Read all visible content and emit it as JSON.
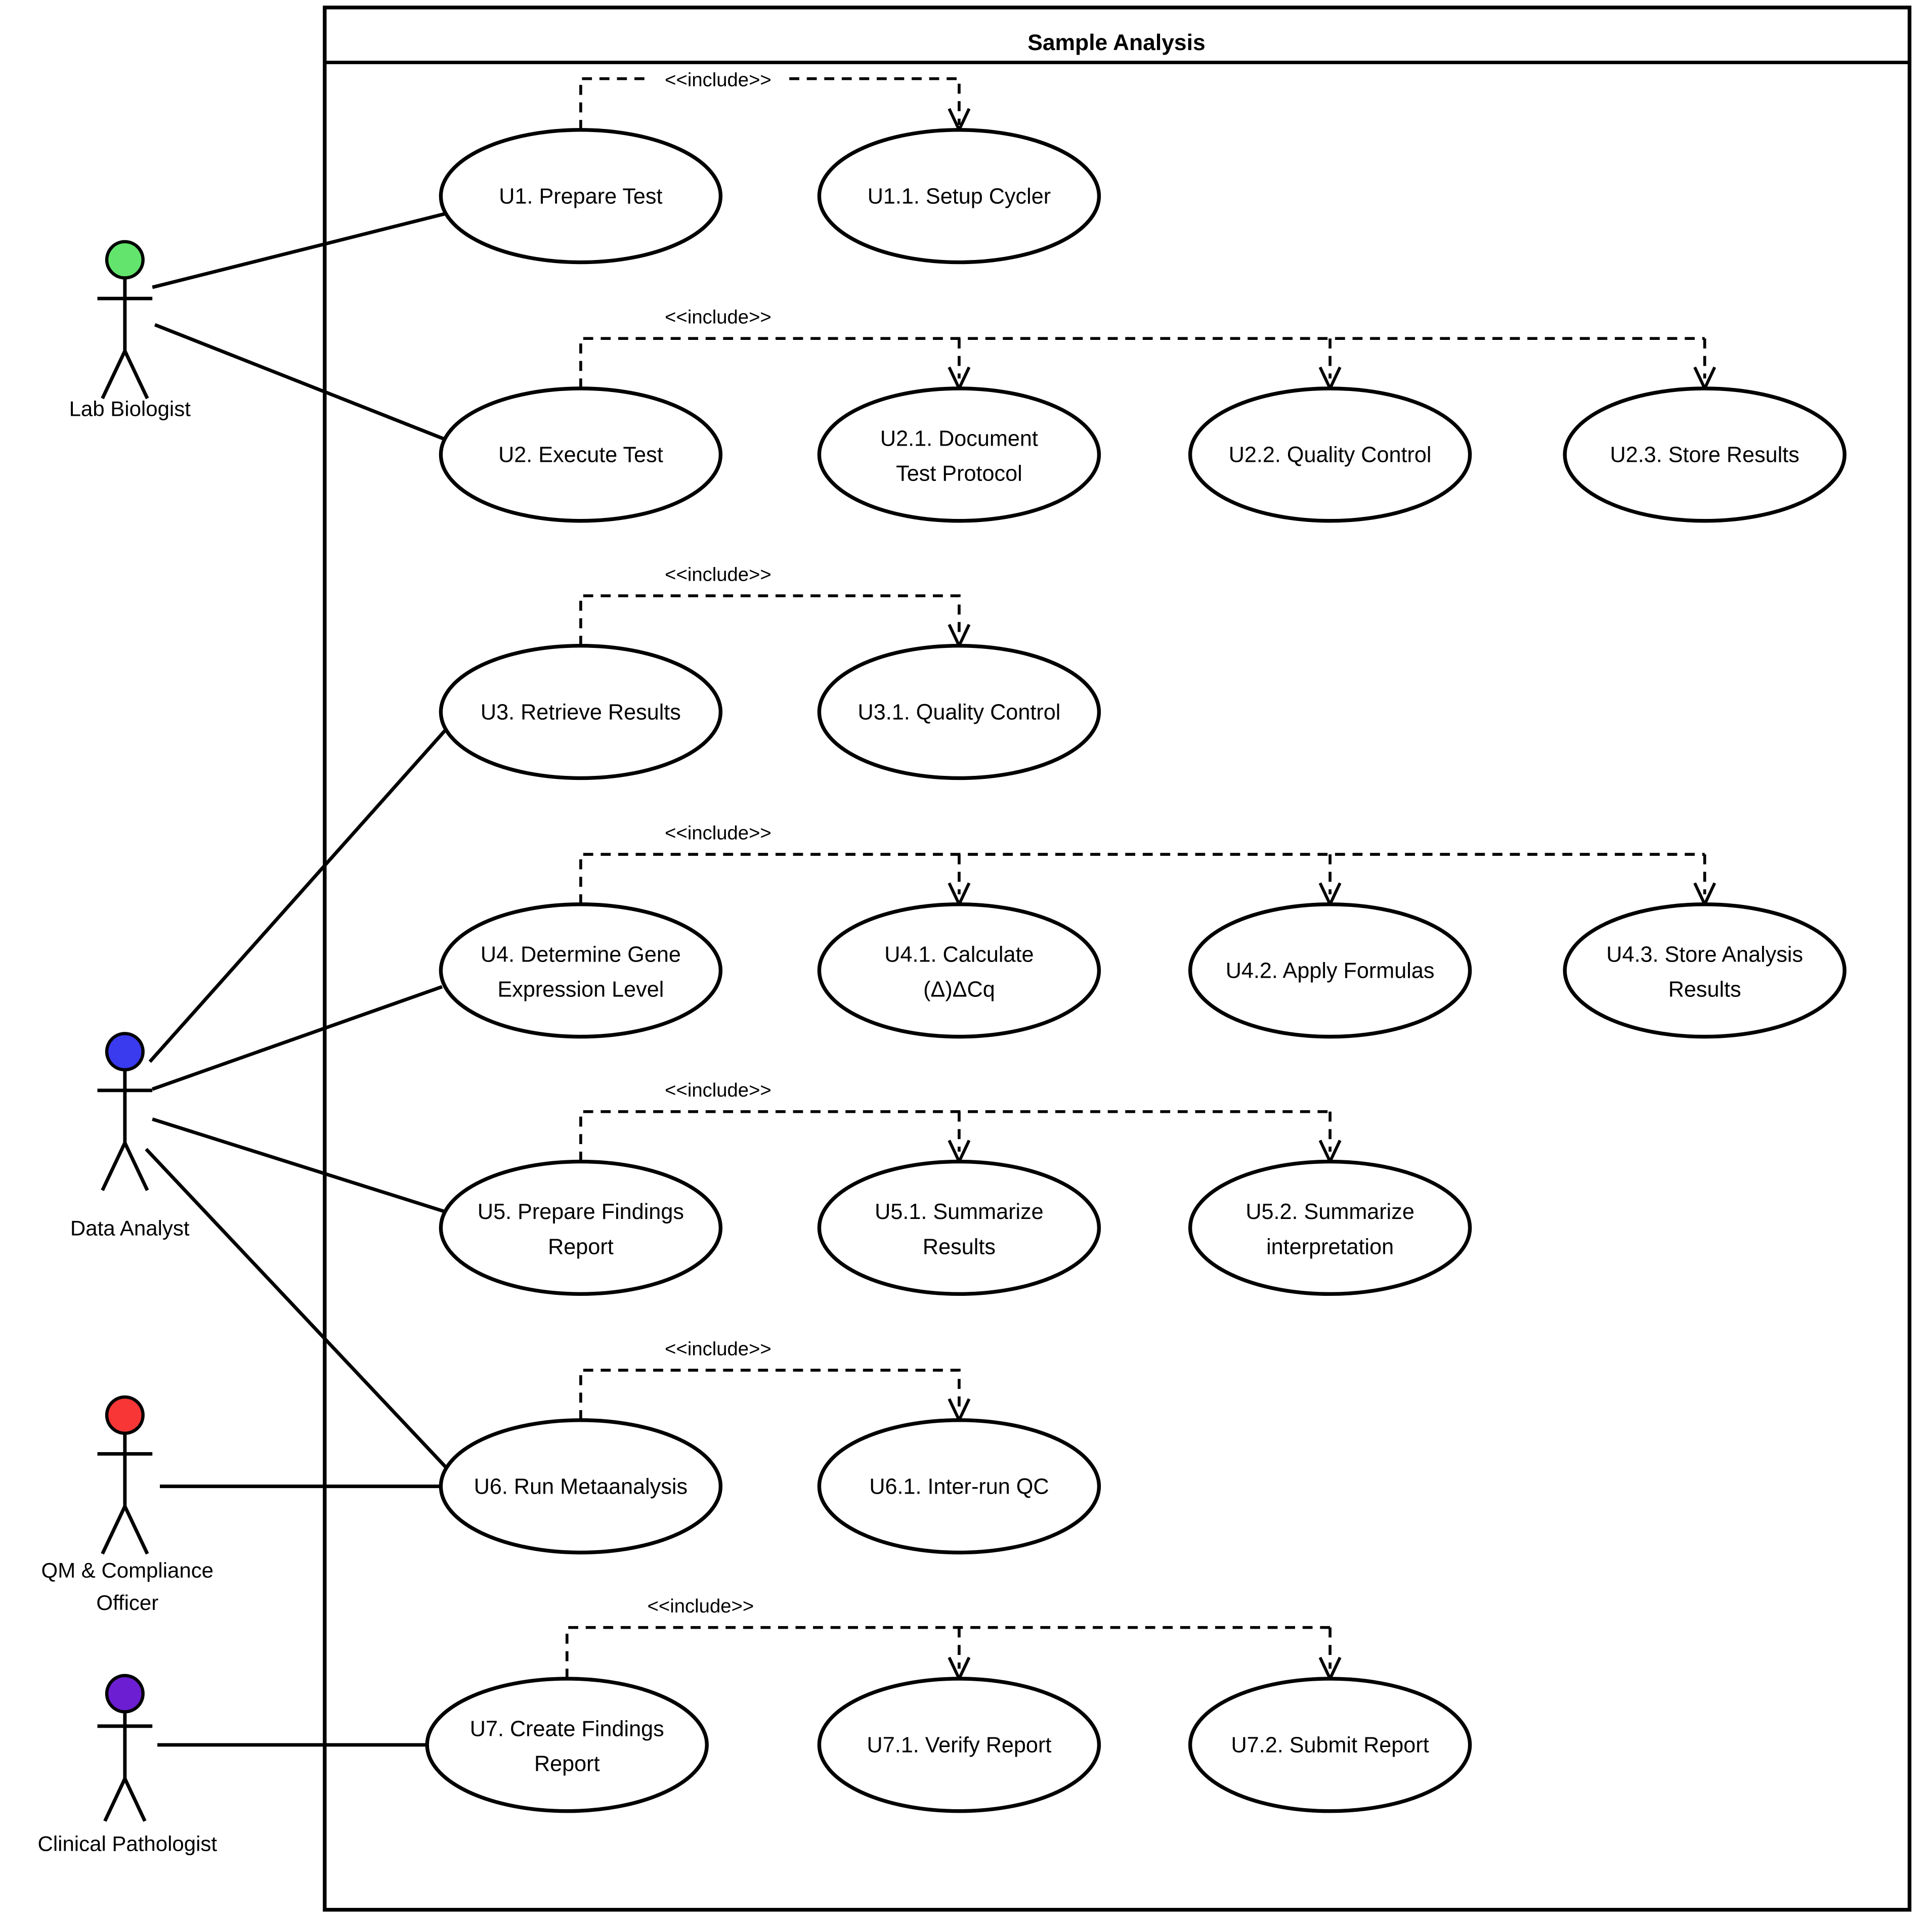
{
  "diagram": {
    "title": "Sample Analysis",
    "include_label": "<<include>>"
  },
  "actors": [
    {
      "name": "Lab Biologist",
      "head_color": "#63e46c"
    },
    {
      "name": "Data Analyst",
      "head_color": "#3a3aef"
    },
    {
      "name_line1": "QM & Compliance",
      "name_line2": "Officer",
      "head_color": "#f93636"
    },
    {
      "name": "Clinical Pathologist",
      "head_color": "#6c1ed2"
    }
  ],
  "use_cases": {
    "u1": {
      "label": "U1. Prepare Test"
    },
    "u1_1": {
      "label": "U1.1. Setup Cycler"
    },
    "u2": {
      "label": "U2. Execute Test"
    },
    "u2_1": {
      "line1": "U2.1. Document",
      "line2": "Test Protocol"
    },
    "u2_2": {
      "label": "U2.2. Quality Control"
    },
    "u2_3": {
      "label": "U2.3. Store Results"
    },
    "u3": {
      "label": "U3. Retrieve Results"
    },
    "u3_1": {
      "label": "U3.1. Quality Control"
    },
    "u4": {
      "line1": "U4. Determine Gene",
      "line2": "Expression Level"
    },
    "u4_1": {
      "line1": "U4.1. Calculate",
      "line2": "(Δ)ΔCq"
    },
    "u4_2": {
      "label": "U4.2. Apply Formulas"
    },
    "u4_3": {
      "line1": "U4.3. Store Analysis",
      "line2": "Results"
    },
    "u5": {
      "line1": "U5. Prepare Findings",
      "line2": "Report"
    },
    "u5_1": {
      "line1": "U5.1. Summarize",
      "line2": "Results"
    },
    "u5_2": {
      "line1": "U5.2. Summarize",
      "line2": "interpretation"
    },
    "u6": {
      "label": "U6. Run Metaanalysis"
    },
    "u6_1": {
      "label": "U6.1. Inter-run QC"
    },
    "u7": {
      "line1": "U7. Create Findings",
      "line2": "Report"
    },
    "u7_1": {
      "label": "U7.1. Verify Report"
    },
    "u7_2": {
      "label": "U7.2. Submit Report"
    }
  }
}
